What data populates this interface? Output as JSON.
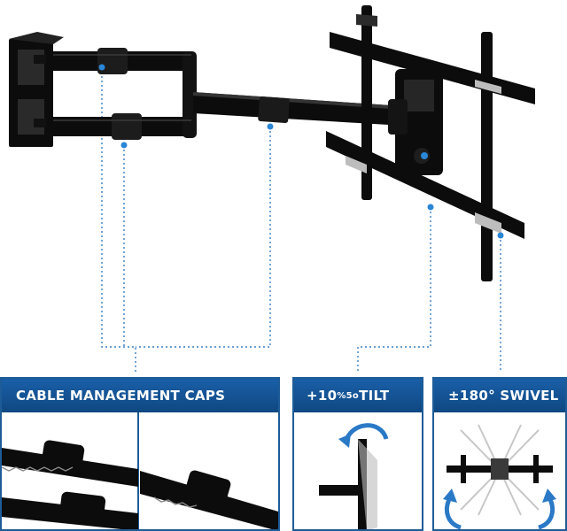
{
  "panels": {
    "cable": {
      "title": "CABLE MANAGEMENT CAPS"
    },
    "tilt": {
      "prefix": "+10",
      "num": "%",
      "den": "5o",
      "suffix": " TILT"
    },
    "swivel": {
      "title": "±180° SWIVEL"
    }
  },
  "colors": {
    "frame": "#0c0c0c",
    "accent_blue": "#1a5fa8",
    "leader_line": "#3a7fc4",
    "marker_dot": "#2a86d6",
    "arrow_blue": "#2a79c7"
  }
}
